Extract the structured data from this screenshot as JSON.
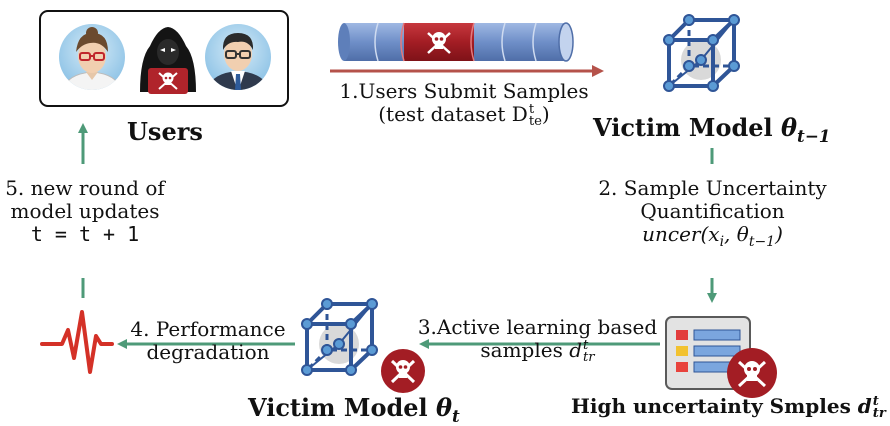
{
  "users": {
    "title": "Users"
  },
  "step1": {
    "line1": "1.Users Submit Samples",
    "line2_open": "(test dataset D",
    "sup": "t",
    "sub": "te",
    "line2_close": ")"
  },
  "victim_top": {
    "prefix": "Victim Model ",
    "theta": "θ",
    "sub": "t−1"
  },
  "step2": {
    "line1": "2. Sample Uncertainty",
    "line2": "Quantification",
    "formula_main": "uncer(x",
    "formula_i": "i",
    "formula_mid": ", θ",
    "formula_sub": "t−1",
    "formula_close": ")"
  },
  "step3": {
    "line1": "3.Active learning based",
    "line2_prefix": "samples ",
    "d": "d",
    "sup": "t",
    "sub": "tr"
  },
  "high_uncertainty": {
    "prefix": "High uncertainty Smples ",
    "d": "d",
    "sup": "t",
    "sub": "tr"
  },
  "victim_bottom": {
    "prefix": "Victim Model ",
    "theta": "θ",
    "sub": "t"
  },
  "step4": {
    "line1": "4. Performance",
    "line2": "degradation"
  },
  "step5": {
    "line1": "5. new round of",
    "line2": "model updates",
    "line3": "t = t + 1"
  },
  "colors": {
    "arrow_green": "#4e9a78",
    "arrow_red": "#b5524a",
    "danger_red": "#b0242b",
    "cube_blue": "#2f5597",
    "node_fill": "#5b9bd5",
    "cylinder_blue": "#8faadc"
  },
  "icons": [
    "user-avatar-woman",
    "hacker-icon",
    "user-avatar-man",
    "dataset-cylinder",
    "skull-icon",
    "cube-model-icon",
    "document-list-icon",
    "heartbeat-icon"
  ]
}
